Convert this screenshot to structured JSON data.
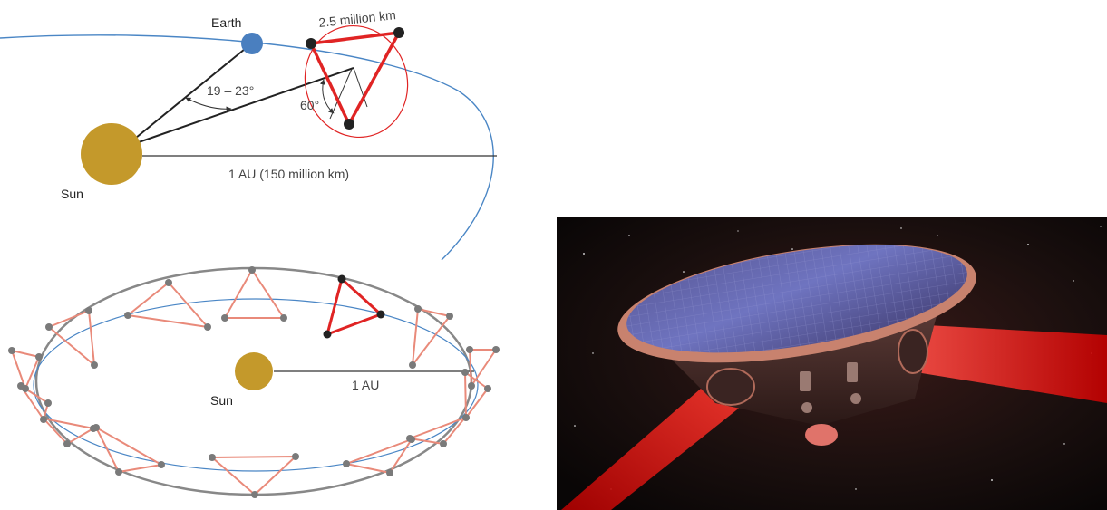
{
  "top_diagram": {
    "earth_label": "Earth",
    "sun_label": "Sun",
    "arm_length_label": "2.5 million km",
    "trailing_angle_label": "19 – 23°",
    "tilt_angle_label": "60°",
    "distance_label": "1 AU (150 million km)"
  },
  "bottom_diagram": {
    "sun_label": "Sun",
    "distance_label": "1 AU"
  },
  "colors": {
    "sun": "#c4992b",
    "earth": "#4a7fbf",
    "orbit": "#4a86c5",
    "constellation_active": "#e02424",
    "constellation_path": "#e98a7a",
    "node": "#222222",
    "node_gray": "#7a7a7a",
    "outer_ring": "#888888"
  },
  "illustration": {
    "subject": "spacecraft-with-solar-panel-and-red-laser-beams"
  }
}
